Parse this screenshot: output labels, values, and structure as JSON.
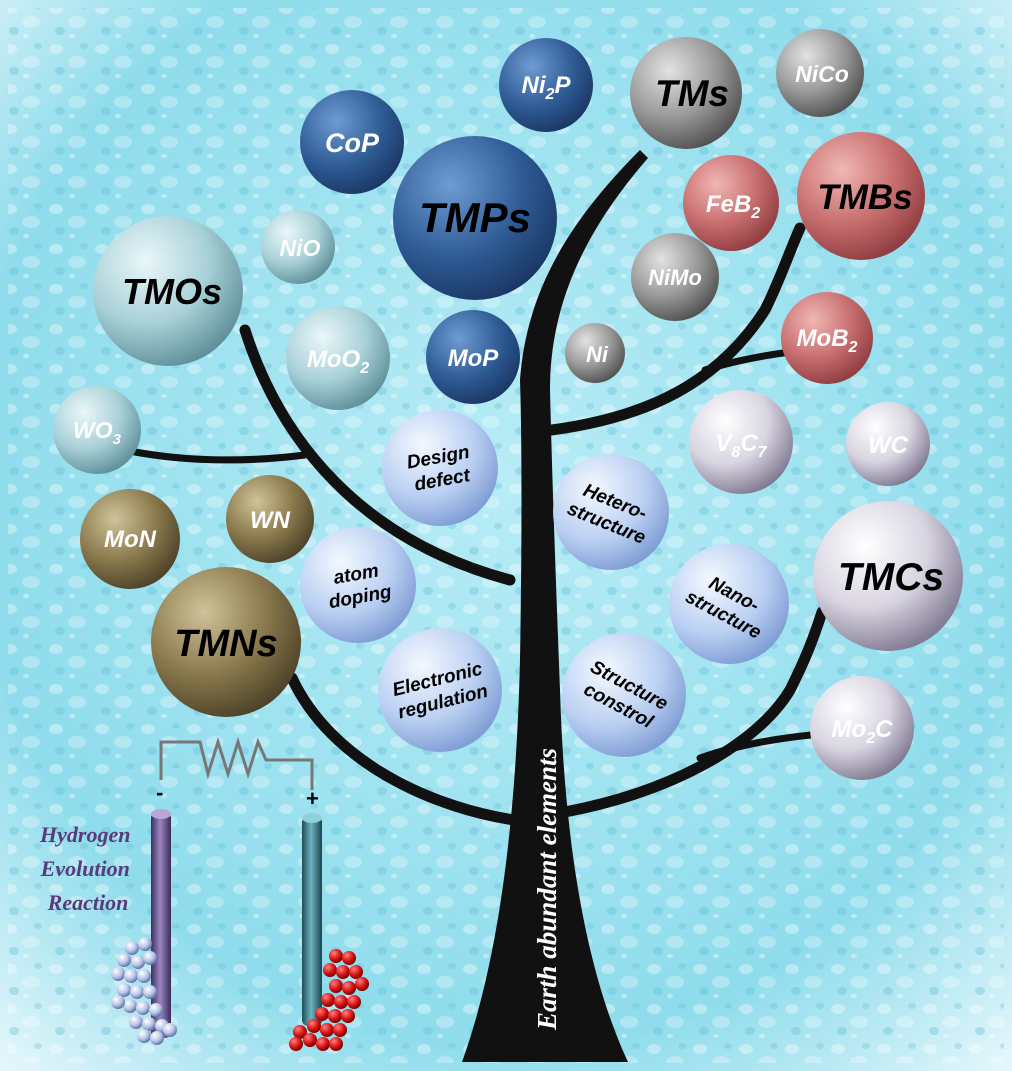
{
  "trunk_label": "Earth abundant elements",
  "colors": {
    "background": "#8fdcec",
    "tree": "#111111",
    "tmp_blue": "#2e5a94",
    "grey": "#8a8a8a",
    "tmb_red": "#c86f70",
    "tmo_cyan": "#9ccad2",
    "tmn_olive": "#8a7a4d",
    "tmc_lilac": "#d4d0dd",
    "strategy_blue": "#a9c4ee",
    "hydrogen_text": "#5a3a7a"
  },
  "groups": {
    "tmps": {
      "title": "TMPs",
      "members": [
        "CoP",
        "Ni2P",
        "MoP"
      ]
    },
    "tms": {
      "title": "TMs",
      "members": [
        "NiCo",
        "NiMo",
        "Ni"
      ]
    },
    "tmbs": {
      "title": "TMBs",
      "members": [
        "FeB2",
        "MoB2"
      ]
    },
    "tmos": {
      "title": "TMOs",
      "members": [
        "NiO",
        "MoO2",
        "WO3"
      ]
    },
    "tmns": {
      "title": "TMNs",
      "members": [
        "MoN",
        "WN"
      ]
    },
    "tmcs": {
      "title": "TMCs",
      "members": [
        "V8C7",
        "WC",
        "Mo2C"
      ]
    }
  },
  "strategies": [
    {
      "key": "design",
      "lines": [
        "Design",
        "defect"
      ]
    },
    {
      "key": "atom",
      "lines": [
        "atom",
        "doping"
      ]
    },
    {
      "key": "electronic",
      "lines": [
        "Electronic",
        "regulation"
      ]
    },
    {
      "key": "hetero",
      "lines": [
        "Hetero-",
        "structure"
      ]
    },
    {
      "key": "nano",
      "lines": [
        "Nano-",
        "structure"
      ]
    },
    {
      "key": "structure",
      "lines": [
        "Structure",
        "constrol"
      ]
    }
  ],
  "her": {
    "lines": [
      "Hydrogen",
      "Evolution",
      "Reaction"
    ],
    "minus": "-",
    "plus": "+"
  }
}
